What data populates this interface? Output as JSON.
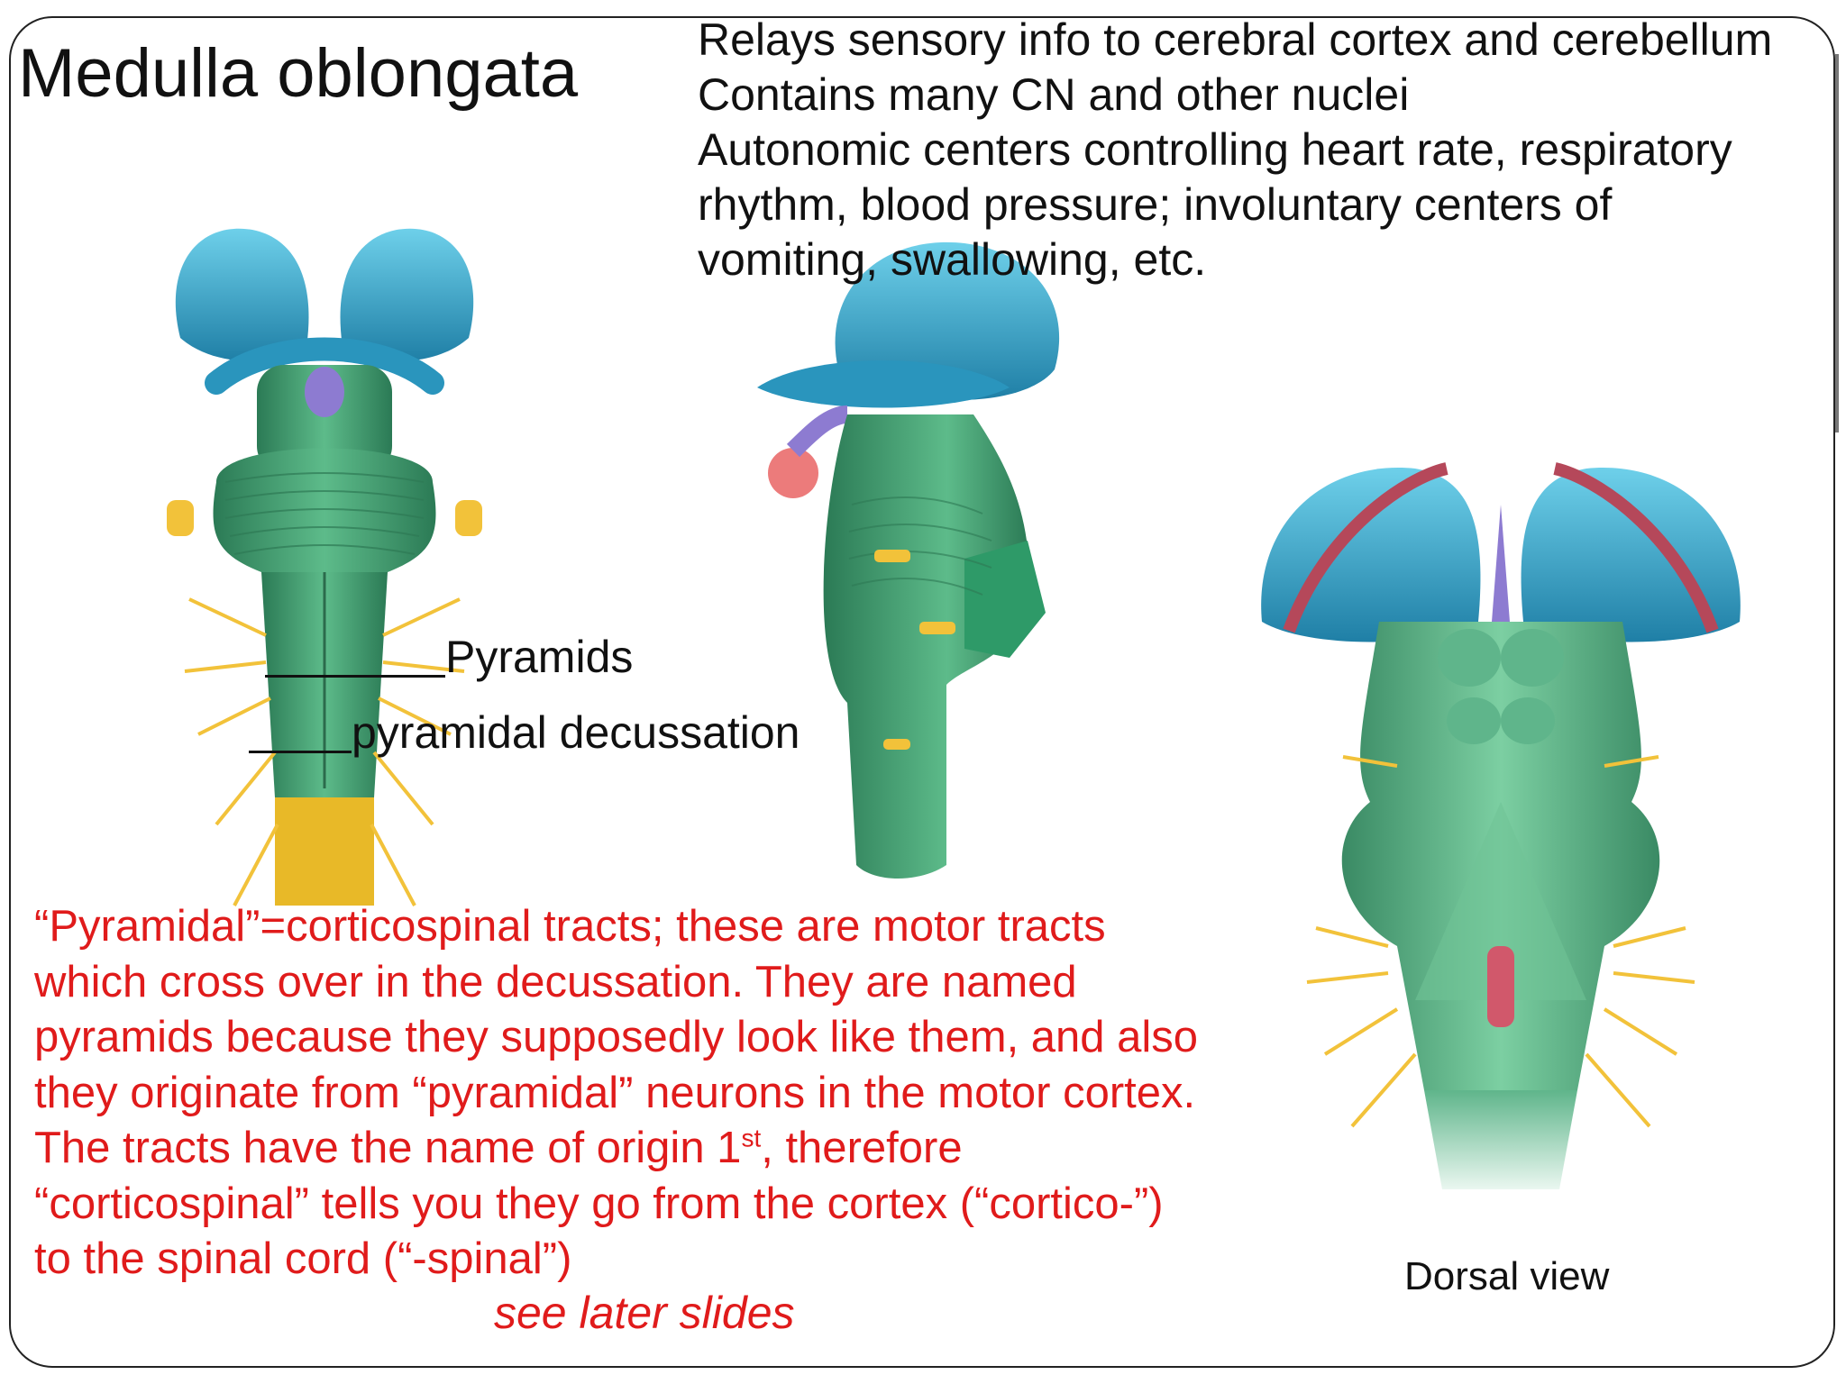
{
  "slide": {
    "title": "Medulla oblongata",
    "facts": [
      "Relays sensory info to cerebral cortex and cerebellum",
      "Contains many CN and other nuclei",
      "Autonomic centers controlling heart rate, respiratory",
      "rhythm, blood pressure; involuntary centers of",
      "vomiting, swallowing, etc."
    ],
    "labels": {
      "pyramids": "Pyramids",
      "decussation": "pyramidal decussation",
      "dorsal_view": "Dorsal view"
    },
    "note": {
      "lines": [
        "“Pyramidal”=corticospinal tracts; these are motor tracts",
        "which cross over in the decussation. They are named",
        "pyramids because they supposedly look like them, and also",
        "they originate from “pyramidal” neurons in the motor cortex."
      ],
      "line5_before": "The tracts have the name of origin 1",
      "line5_sup": "st",
      "line5_after": ", therefore",
      "lines_end": [
        "“corticospinal” tells you they go from the cortex (“cortico-”)",
        "to the spinal cord (“-spinal”)"
      ],
      "see_later": "see later slides"
    },
    "colors": {
      "annotation_red": "#e01b1b",
      "brainstem_green": "#3f9a6e",
      "colliculi_blue": "#3fa8c8",
      "nerve_yellow": "#f2c23a"
    }
  }
}
